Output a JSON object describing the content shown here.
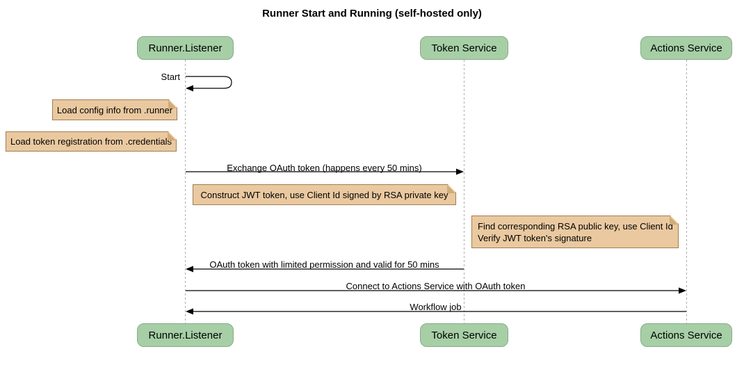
{
  "title": "Runner Start and Running (self-hosted only)",
  "participants": [
    {
      "name": "Runner.Listener"
    },
    {
      "name": "Token Service"
    },
    {
      "name": "Actions Service"
    }
  ],
  "messages": {
    "start": "Start",
    "exchange": "Exchange OAuth token (happens every 50 mins)",
    "oauth_return": "OAuth token with limited permission and valid for 50 mins",
    "connect": "Connect to Actions Service with OAuth token",
    "workflow": "Workflow job"
  },
  "notes": {
    "load_config": "Load config info from .runner",
    "load_credentials": "Load token registration from .credentials",
    "construct_jwt": "Construct JWT token, use Client Id signed by RSA private key",
    "find_rsa_line1": "Find corresponding RSA public key, use Client Id",
    "find_rsa_line2": "Verify JWT token's signature"
  },
  "colors": {
    "participant_fill": "#a6cfa6",
    "participant_border": "#8aa88a",
    "note_fill": "#eac9a0",
    "note_border": "#9e7e52",
    "lifeline": "#adadad",
    "arrow": "#000000"
  }
}
